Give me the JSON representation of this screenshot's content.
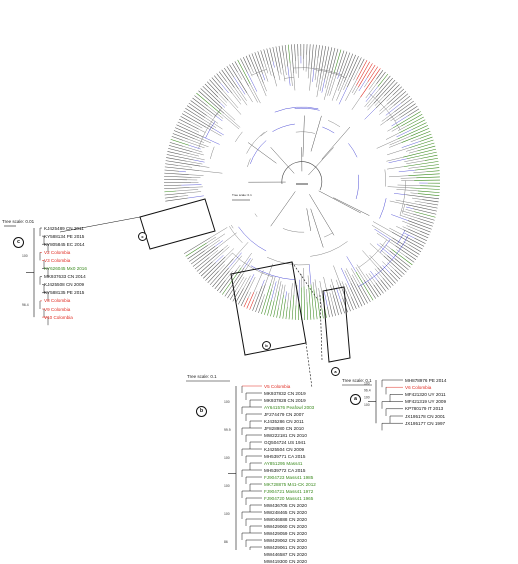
{
  "colors": {
    "green": "#3a8a1e",
    "red": "#e02a20",
    "black": "#111111",
    "blue": "#3a3ad0"
  },
  "tree_main": {
    "scale_label": "Tree scale: 0.1"
  },
  "panels": {
    "c": {
      "letter": "c",
      "scale_label": "Tree scale: 0.01",
      "bootstrap": [
        "100",
        "96.4"
      ],
      "labels": [
        {
          "text": "KJ425489 CN 2011",
          "color": "black"
        },
        {
          "text": "KY588134 PE 2015",
          "color": "black"
        },
        {
          "text": "KY805845 EC 2014",
          "color": "black"
        },
        {
          "text": "V2 Colombia",
          "color": "red"
        },
        {
          "text": "V3 Colombia",
          "color": "red"
        },
        {
          "text": "KY626045 Mx0 2016",
          "color": "green"
        },
        {
          "text": "MK937633 CN 2014",
          "color": "black"
        },
        {
          "text": "KJ425508 CN 2009",
          "color": "black"
        },
        {
          "text": "KY588135 PE 2015",
          "color": "black"
        },
        {
          "text": "V8 Colombia",
          "color": "red"
        },
        {
          "text": "V9 Colombia",
          "color": "red"
        },
        {
          "text": "V10 Colombia",
          "color": "red"
        }
      ]
    },
    "b": {
      "letter": "b",
      "scale_label": "Tree scale: 0.1",
      "bootstrap": [
        "100",
        "99.9",
        "100",
        "100",
        "100",
        "86"
      ],
      "labels": [
        {
          "text": "V5 Colombia",
          "color": "red"
        },
        {
          "text": "MK937832 CN 2019",
          "color": "black"
        },
        {
          "text": "MK937828 CN 2019",
          "color": "black"
        },
        {
          "text": "AY641576 Peafowl 2003",
          "color": "green"
        },
        {
          "text": "JF274479 CN 2007",
          "color": "black"
        },
        {
          "text": "KJ435286 CN 2011",
          "color": "black"
        },
        {
          "text": "JF828980 CN 2010",
          "color": "black"
        },
        {
          "text": "MW222181 CN 2010",
          "color": "black"
        },
        {
          "text": "GQ504724 US 1941",
          "color": "black"
        },
        {
          "text": "KJ425504 CN 2009",
          "color": "black"
        },
        {
          "text": "MH539771 CA 2015",
          "color": "black"
        },
        {
          "text": "AY851295 Mass41",
          "color": "green"
        },
        {
          "text": "MH539772 CA 2015",
          "color": "black"
        },
        {
          "text": "FJ904723 Mass41 1985",
          "color": "green"
        },
        {
          "text": "MK728875 M41-CK 2012",
          "color": "green"
        },
        {
          "text": "FJ904721 Mass41 1972",
          "color": "green"
        },
        {
          "text": "FJ904720 Mass41 1965",
          "color": "green"
        },
        {
          "text": "MW436705 CN 2020",
          "color": "black"
        },
        {
          "text": "MW248465 CN 2020",
          "color": "black"
        },
        {
          "text": "MW046888 CN 2020",
          "color": "black"
        },
        {
          "text": "MW429060 CN 2020",
          "color": "black"
        },
        {
          "text": "MW429059 CN 2020",
          "color": "black"
        },
        {
          "text": "MW429062 CN 2020",
          "color": "black"
        },
        {
          "text": "MW429061 CN 2020",
          "color": "black"
        },
        {
          "text": "MW446587 CN 2020",
          "color": "black"
        },
        {
          "text": "MW419300 CN 2020",
          "color": "black"
        }
      ]
    },
    "a": {
      "letter": "a",
      "scale_label": "Tree scale: 0.1",
      "bootstrap": [
        "100",
        "96.4",
        "100",
        "100"
      ],
      "labels": [
        {
          "text": "MH878976 PE 2014",
          "color": "black"
        },
        {
          "text": "V6 Colombia",
          "color": "red"
        },
        {
          "text": "MF421320 UY 2011",
          "color": "black"
        },
        {
          "text": "MF421319 UY 2009",
          "color": "black"
        },
        {
          "text": "KP780179 IT 2013",
          "color": "black"
        },
        {
          "text": "JX195178 CN 2001",
          "color": "black"
        },
        {
          "text": "JX195177 CN 1997",
          "color": "black"
        }
      ]
    }
  }
}
